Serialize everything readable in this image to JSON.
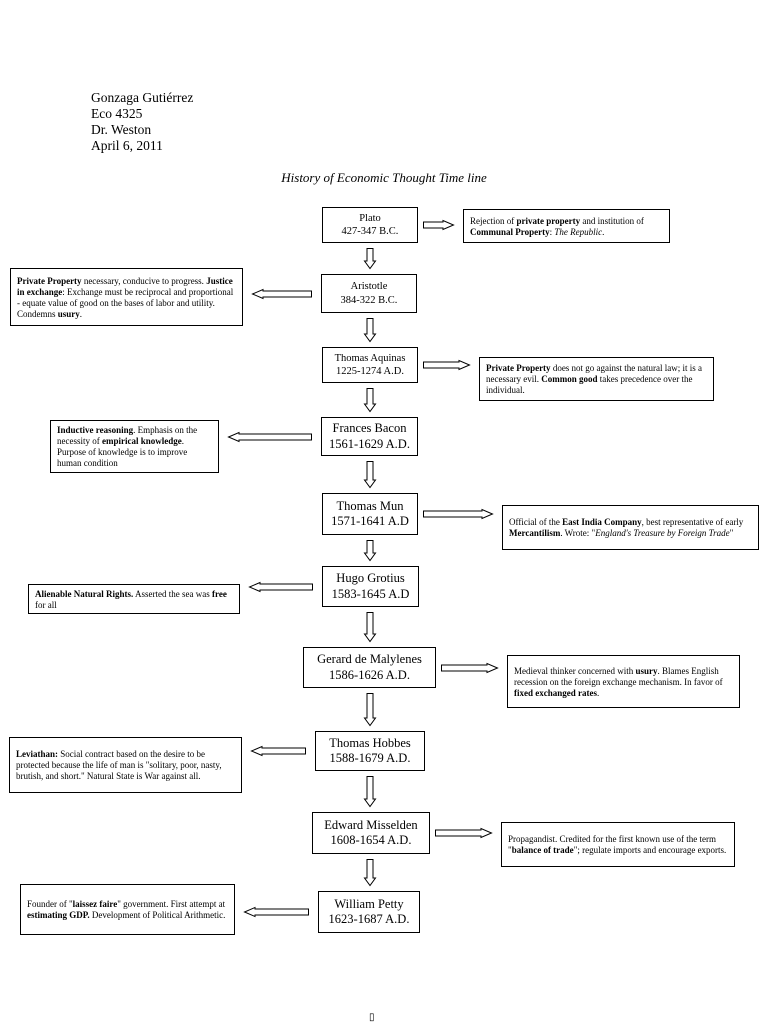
{
  "header": {
    "name": "Gonzaga Gutiérrez",
    "course": "Eco 4325",
    "professor": "Dr. Weston",
    "date": "April 6, 2011"
  },
  "title": "History of Economic Thought Time line",
  "timeline": [
    {
      "name": "Plato",
      "dates": "427-347 B.C.",
      "desc": [
        {
          "t": "Rejection of "
        },
        {
          "t": "private property",
          "b": true
        },
        {
          "t": " and institution of "
        },
        {
          "t": "Communal Property",
          "b": true
        },
        {
          "t": ": "
        },
        {
          "t": "The Republic",
          "i": true
        },
        {
          "t": "."
        }
      ]
    },
    {
      "name": "Aristotle",
      "dates": "384-322 B.C.",
      "desc": [
        {
          "t": "Private Property",
          "b": true
        },
        {
          "t": " necessary, conducive to progress. "
        },
        {
          "t": "Justice in exchange",
          "b": true
        },
        {
          "t": ": Exchange must be reciprocal and proportional - equate value of good on the bases of labor and utility.  Condemns "
        },
        {
          "t": "usury",
          "b": true
        },
        {
          "t": "."
        }
      ]
    },
    {
      "name": "Thomas Aquinas",
      "dates": "1225-1274 A.D.",
      "desc": [
        {
          "t": "Private Property",
          "b": true
        },
        {
          "t": " does not go against the natural law; it is a necessary evil. "
        },
        {
          "t": "Common good",
          "b": true
        },
        {
          "t": " takes precedence over the individual."
        }
      ]
    },
    {
      "name": "Frances Bacon",
      "dates": "1561-1629 A.D.",
      "desc": [
        {
          "t": "Inductive reasoning",
          "b": true
        },
        {
          "t": ". Emphasis on the necessity of "
        },
        {
          "t": "empirical knowledge",
          "b": true
        },
        {
          "t": ". Purpose of knowledge is to improve human condition"
        }
      ]
    },
    {
      "name": "Thomas Mun",
      "dates": "1571-1641 A.D",
      "desc": [
        {
          "t": "Official of the "
        },
        {
          "t": "East India Company",
          "b": true
        },
        {
          "t": ", best representative of early "
        },
        {
          "t": "Mercantilism",
          "b": true
        },
        {
          "t": ". Wrote: \""
        },
        {
          "t": "England's Treasure by Foreign Trade",
          "i": true
        },
        {
          "t": "\""
        }
      ]
    },
    {
      "name": "Hugo Grotius",
      "dates": "1583-1645 A.D",
      "desc": [
        {
          "t": "Alienable Natural Rights.",
          "b": true
        },
        {
          "t": " Asserted the sea was "
        },
        {
          "t": "free",
          "b": true
        },
        {
          "t": " for all"
        }
      ]
    },
    {
      "name": "Gerard de Malylenes",
      "dates": "1586-1626 A.D.",
      "desc": [
        {
          "t": "Medieval thinker  concerned with "
        },
        {
          "t": "usury",
          "b": true
        },
        {
          "t": ". Blames English recession on the foreign exchange mechanism. In favor of "
        },
        {
          "t": "fixed exchanged rates",
          "b": true
        },
        {
          "t": "."
        }
      ]
    },
    {
      "name": "Thomas Hobbes",
      "dates": "1588-1679 A.D.",
      "desc": [
        {
          "t": "Leviathan:",
          "b": true
        },
        {
          "t": " Social contract based on the desire to be protected because the life of man is \"solitary, poor, nasty, brutish, and short.\" Natural State is War against all."
        }
      ]
    },
    {
      "name": "Edward Misselden",
      "dates": "1608-1654 A.D.",
      "desc": [
        {
          "t": "Propagandist. Credited for the first known use of the term \""
        },
        {
          "t": "balance of trade",
          "b": true
        },
        {
          "t": "\"; regulate imports and encourage exports."
        }
      ]
    },
    {
      "name": "William Petty",
      "dates": "1623-1687 A.D.",
      "desc": [
        {
          "t": "Founder of  \""
        },
        {
          "t": "laissez faire",
          "b": true
        },
        {
          "t": "\" government. First attempt at "
        },
        {
          "t": "estimating GDP.",
          "b": true
        },
        {
          "t": " Development of Political Arithmetic."
        }
      ]
    }
  ],
  "footer_mark": "▯",
  "colors": {
    "ink": "#000000",
    "paper": "#ffffff"
  }
}
